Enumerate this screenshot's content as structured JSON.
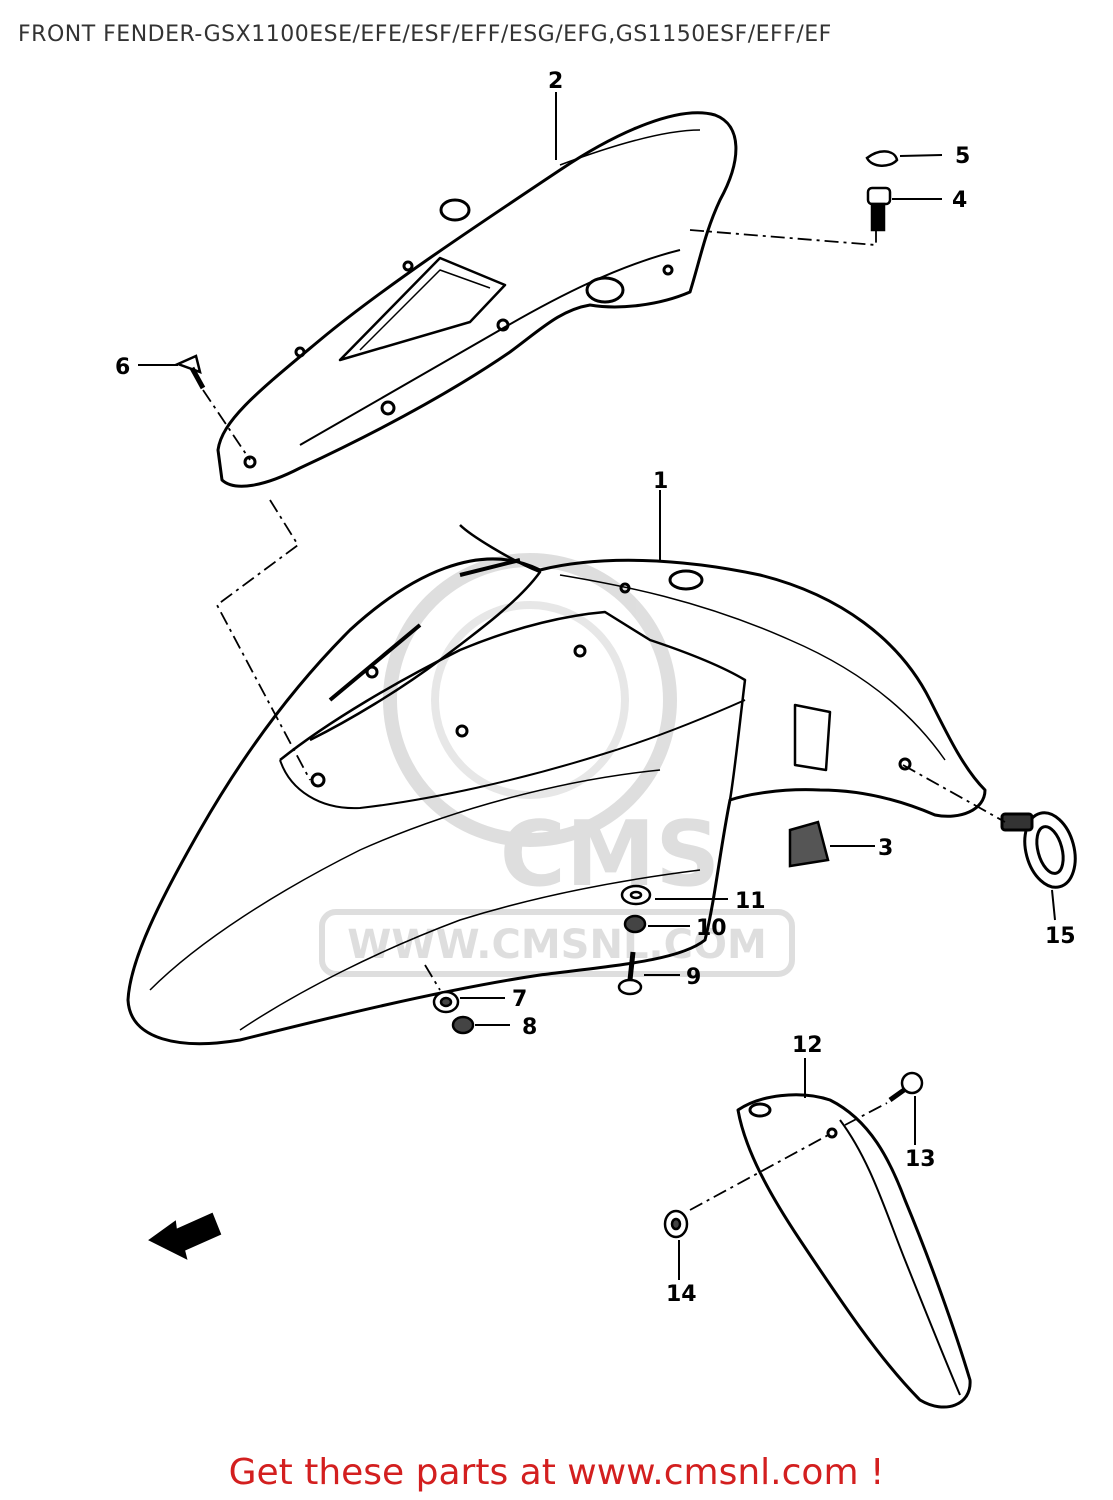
{
  "title": "FRONT FENDER-GSX1100ESE/EFE/ESF/EFF/ESG/EFG,GS1150ESF/EFF/EF",
  "footer": {
    "text": "Get these parts at www.cmsnl.com !",
    "color": "#d31f1f"
  },
  "watermark": {
    "brand": "CMS",
    "url": "WWW.CMSNL.COM",
    "color": "#d9d9d9"
  },
  "callouts": {
    "c1": "1",
    "c2": "2",
    "c3": "3",
    "c4": "4",
    "c5": "5",
    "c6": "6",
    "c7": "7",
    "c8": "8",
    "c9": "9",
    "c10": "10",
    "c11": "11",
    "c12": "12",
    "c13": "13",
    "c14": "14",
    "c15": "15"
  },
  "icons": {
    "direction_arrow": "front-direction-arrow-icon"
  }
}
